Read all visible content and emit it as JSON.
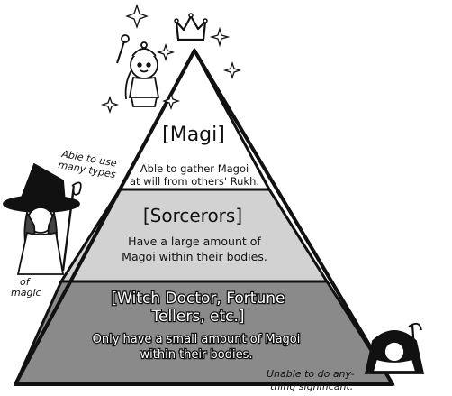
{
  "pyramid": {
    "tiers": [
      {
        "title": "[Magi]",
        "description_lines": [
          "Able to gather Magoi",
          "at will from others' Rukh."
        ],
        "fill": "#ffffff"
      },
      {
        "title": "[Sorcerors]",
        "description_lines": [
          "Have a large amount of",
          "Magoi within their bodies."
        ],
        "fill": "#d2d2d2"
      },
      {
        "title_lines": [
          "[Witch Doctor, Fortune",
          "Tellers, etc.]"
        ],
        "description_lines": [
          "Only have a small amount of Magoi",
          "within their bodies."
        ],
        "fill": "#8a8a8a"
      }
    ]
  },
  "annotations": {
    "witch_top": [
      "Able to use",
      "many types"
    ],
    "witch_bottom": [
      "of",
      "magic"
    ],
    "hooded": [
      "Unable to do any-",
      "thing significant."
    ]
  },
  "icons": [
    "crown-icon",
    "sparkle-icon"
  ]
}
